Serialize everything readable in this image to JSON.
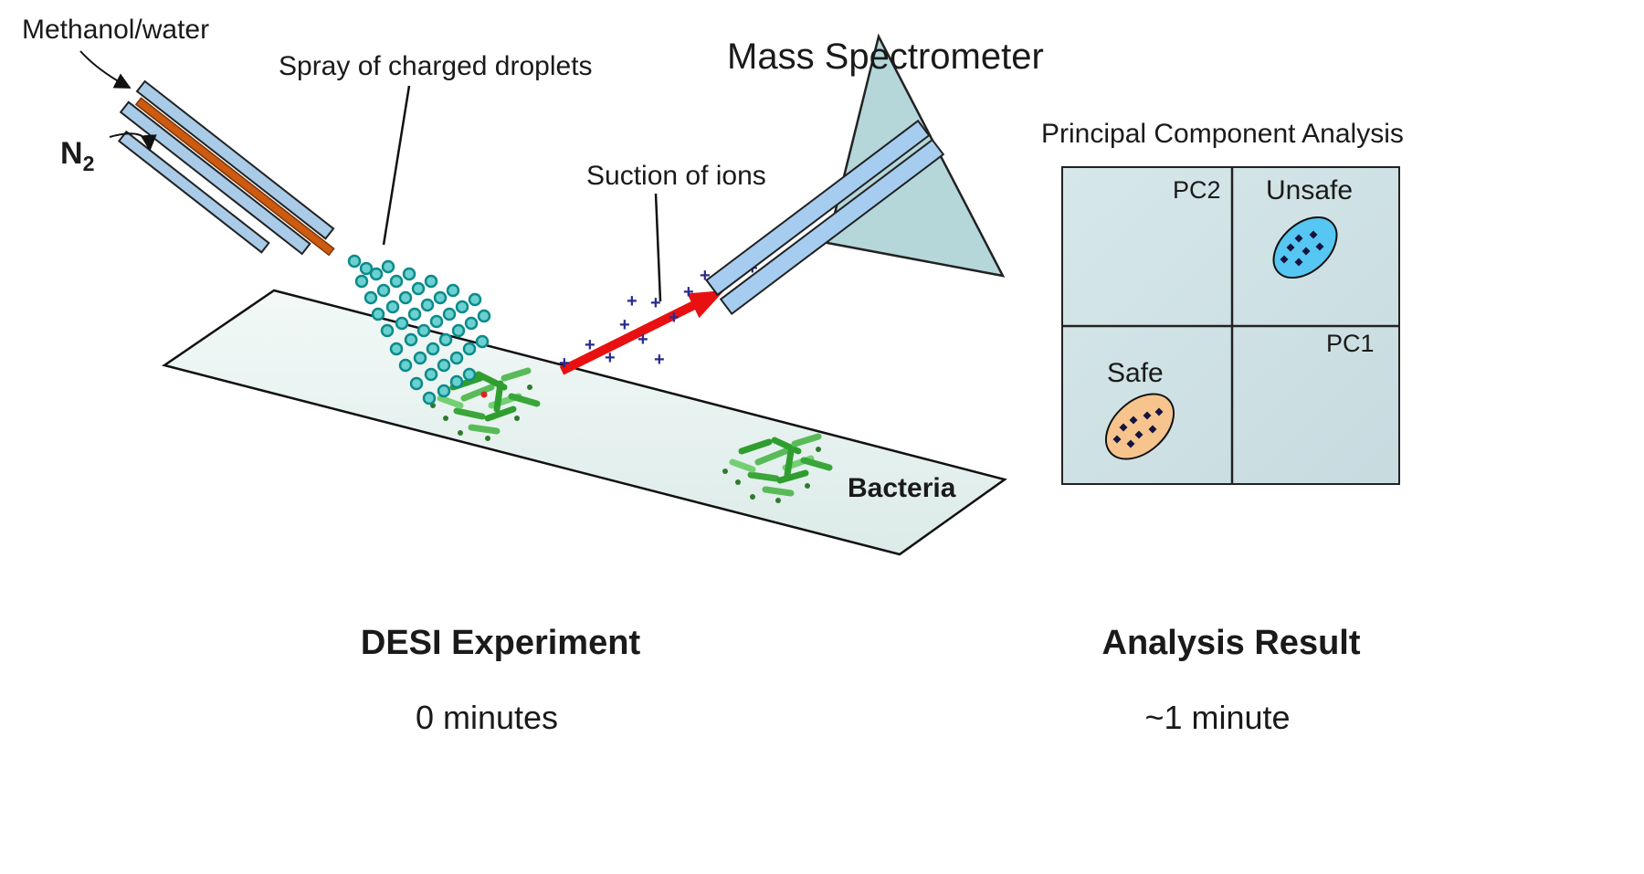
{
  "labels": {
    "methanol_water": "Methanol/water",
    "n2_main": "N",
    "n2_sub": "2",
    "spray": "Spray of charged droplets",
    "suction": "Suction of ions",
    "mass_spectrometer": "Mass Spectrometer",
    "bacteria": "Bacteria",
    "ion": "+"
  },
  "pca": {
    "title": "Principal Component Analysis",
    "pc1": "PC1",
    "pc2": "PC2",
    "unsafe": "Unsafe",
    "safe": "Safe"
  },
  "captions": {
    "left_title": "DESI Experiment",
    "left_time": "0 minutes",
    "right_title": "Analysis Result",
    "right_time": "~1 minute"
  },
  "colors": {
    "tube_blue": "#a9cbe8",
    "capillary_orange": "#cc5a10",
    "droplet_fill": "#6ad1d1",
    "droplet_stroke": "#0e8a8a",
    "surface_fill": "#e9f4f1",
    "spectrometer_fill": "#b5d7d9",
    "arrow_red": "#e81010",
    "ion_plus": "#2a2a8a",
    "pca_background": "#d2e4e6",
    "unsafe_ellipse": "#55c7f2",
    "safe_ellipse": "#f7c48e",
    "bacteria_green": "#3aa63a"
  }
}
